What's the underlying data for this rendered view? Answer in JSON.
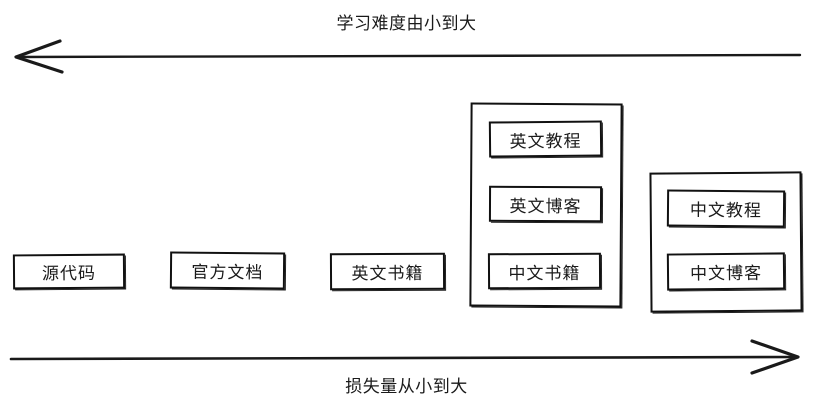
{
  "diagram": {
    "title_top": "学习难度由小到大",
    "title_bottom": "损失量从小到大",
    "top_axis": {
      "label": "学习难度由小到大",
      "direction": "left",
      "arrow_icon": "arrow-left-icon"
    },
    "bottom_axis": {
      "label": "损失量从小到大",
      "direction": "right",
      "arrow_icon": "arrow-right-icon"
    },
    "stroke_color": "#111111",
    "text_color": "#1a1a1a",
    "background_color": "#ffffff",
    "nodes": [
      {
        "id": "n1",
        "label": "源代码"
      },
      {
        "id": "n2",
        "label": "官方文档"
      },
      {
        "id": "n3",
        "label": "英文书籍"
      }
    ],
    "groups": [
      {
        "id": "g1",
        "items": [
          {
            "id": "g1i1",
            "label": "英文教程"
          },
          {
            "id": "g1i2",
            "label": "英文博客"
          },
          {
            "id": "g1i3",
            "label": "中文书籍"
          }
        ]
      },
      {
        "id": "g2",
        "items": [
          {
            "id": "g2i1",
            "label": "中文教程"
          },
          {
            "id": "g2i2",
            "label": "中文博客"
          }
        ]
      }
    ]
  }
}
